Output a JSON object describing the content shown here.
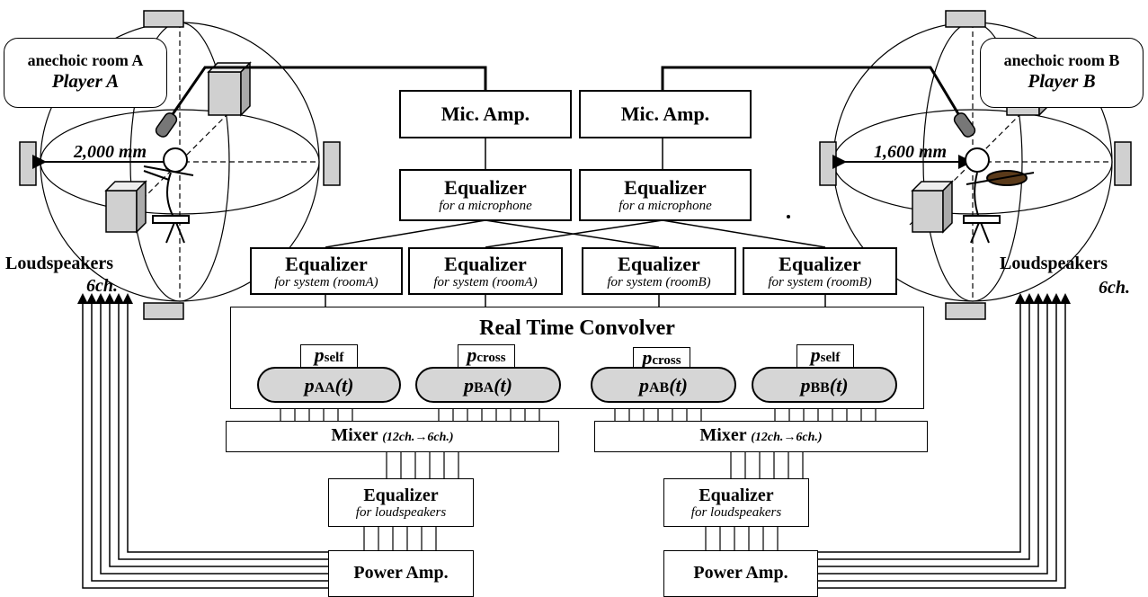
{
  "rooms": {
    "a": {
      "title": "anechoic room A",
      "player": "Player A",
      "distance": "2,000 mm",
      "speakers_label": "Loudspeakers",
      "channels": "6ch."
    },
    "b": {
      "title": "anechoic room B",
      "player": "Player B",
      "distance": "1,600 mm",
      "speakers_label": "Loudspeakers",
      "channels": "6ch."
    }
  },
  "mic_amp": {
    "label": "Mic. Amp."
  },
  "eq_mic": {
    "title": "Equalizer",
    "sub": "for a microphone"
  },
  "eq_system": [
    {
      "title": "Equalizer",
      "sub": "for system (roomA)"
    },
    {
      "title": "Equalizer",
      "sub": "for system (roomA)"
    },
    {
      "title": "Equalizer",
      "sub": "for system (roomB)"
    },
    {
      "title": "Equalizer",
      "sub": "for system (roomB)"
    }
  ],
  "convolver": {
    "title": "Real Time Convolver"
  },
  "p_labels": [
    {
      "p": "p",
      "sub": "self"
    },
    {
      "p": "p",
      "sub": "cross"
    },
    {
      "p": "p",
      "sub": "cross"
    },
    {
      "p": "p",
      "sub": "self"
    }
  ],
  "responses": [
    {
      "p": "p",
      "sub": "AA",
      "arg": "(t)"
    },
    {
      "p": "p",
      "sub": "BA",
      "arg": "(t)"
    },
    {
      "p": "p",
      "sub": "AB",
      "arg": "(t)"
    },
    {
      "p": "p",
      "sub": "BB",
      "arg": "(t)"
    }
  ],
  "mixer": {
    "title": "Mixer",
    "sub": "(12ch.→6ch.)"
  },
  "eq_speakers": {
    "title": "Equalizer",
    "sub": "for loudspeakers"
  },
  "power_amp": {
    "label": "Power Amp."
  }
}
